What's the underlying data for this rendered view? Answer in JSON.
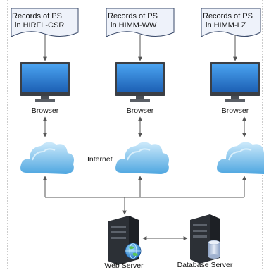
{
  "records": [
    {
      "line1": "Records of PS",
      "line2": "in HIRFL-CSR"
    },
    {
      "line1": "Records of PS",
      "line2": "in HIMM-WW"
    },
    {
      "line1": "Records of PS",
      "line2": "in HIMM-LZ"
    }
  ],
  "browsers": [
    "Browser",
    "Browser",
    "Browser"
  ],
  "internet_label": "Internet",
  "web_server_label": "Web Server",
  "database_server_label": "Database Server",
  "colors": {
    "monitor_screen": "#2f7fd6",
    "monitor_frame": "#3b3f45",
    "cloud": "#6ab7e8",
    "cloud_highlight": "#bfe3f8",
    "server_body": "#2c3036",
    "arrow": "#555555",
    "dashed_border": "#9a9a9a",
    "doc_border": "#3a4a6a",
    "doc_fill": "#eef2fa"
  }
}
